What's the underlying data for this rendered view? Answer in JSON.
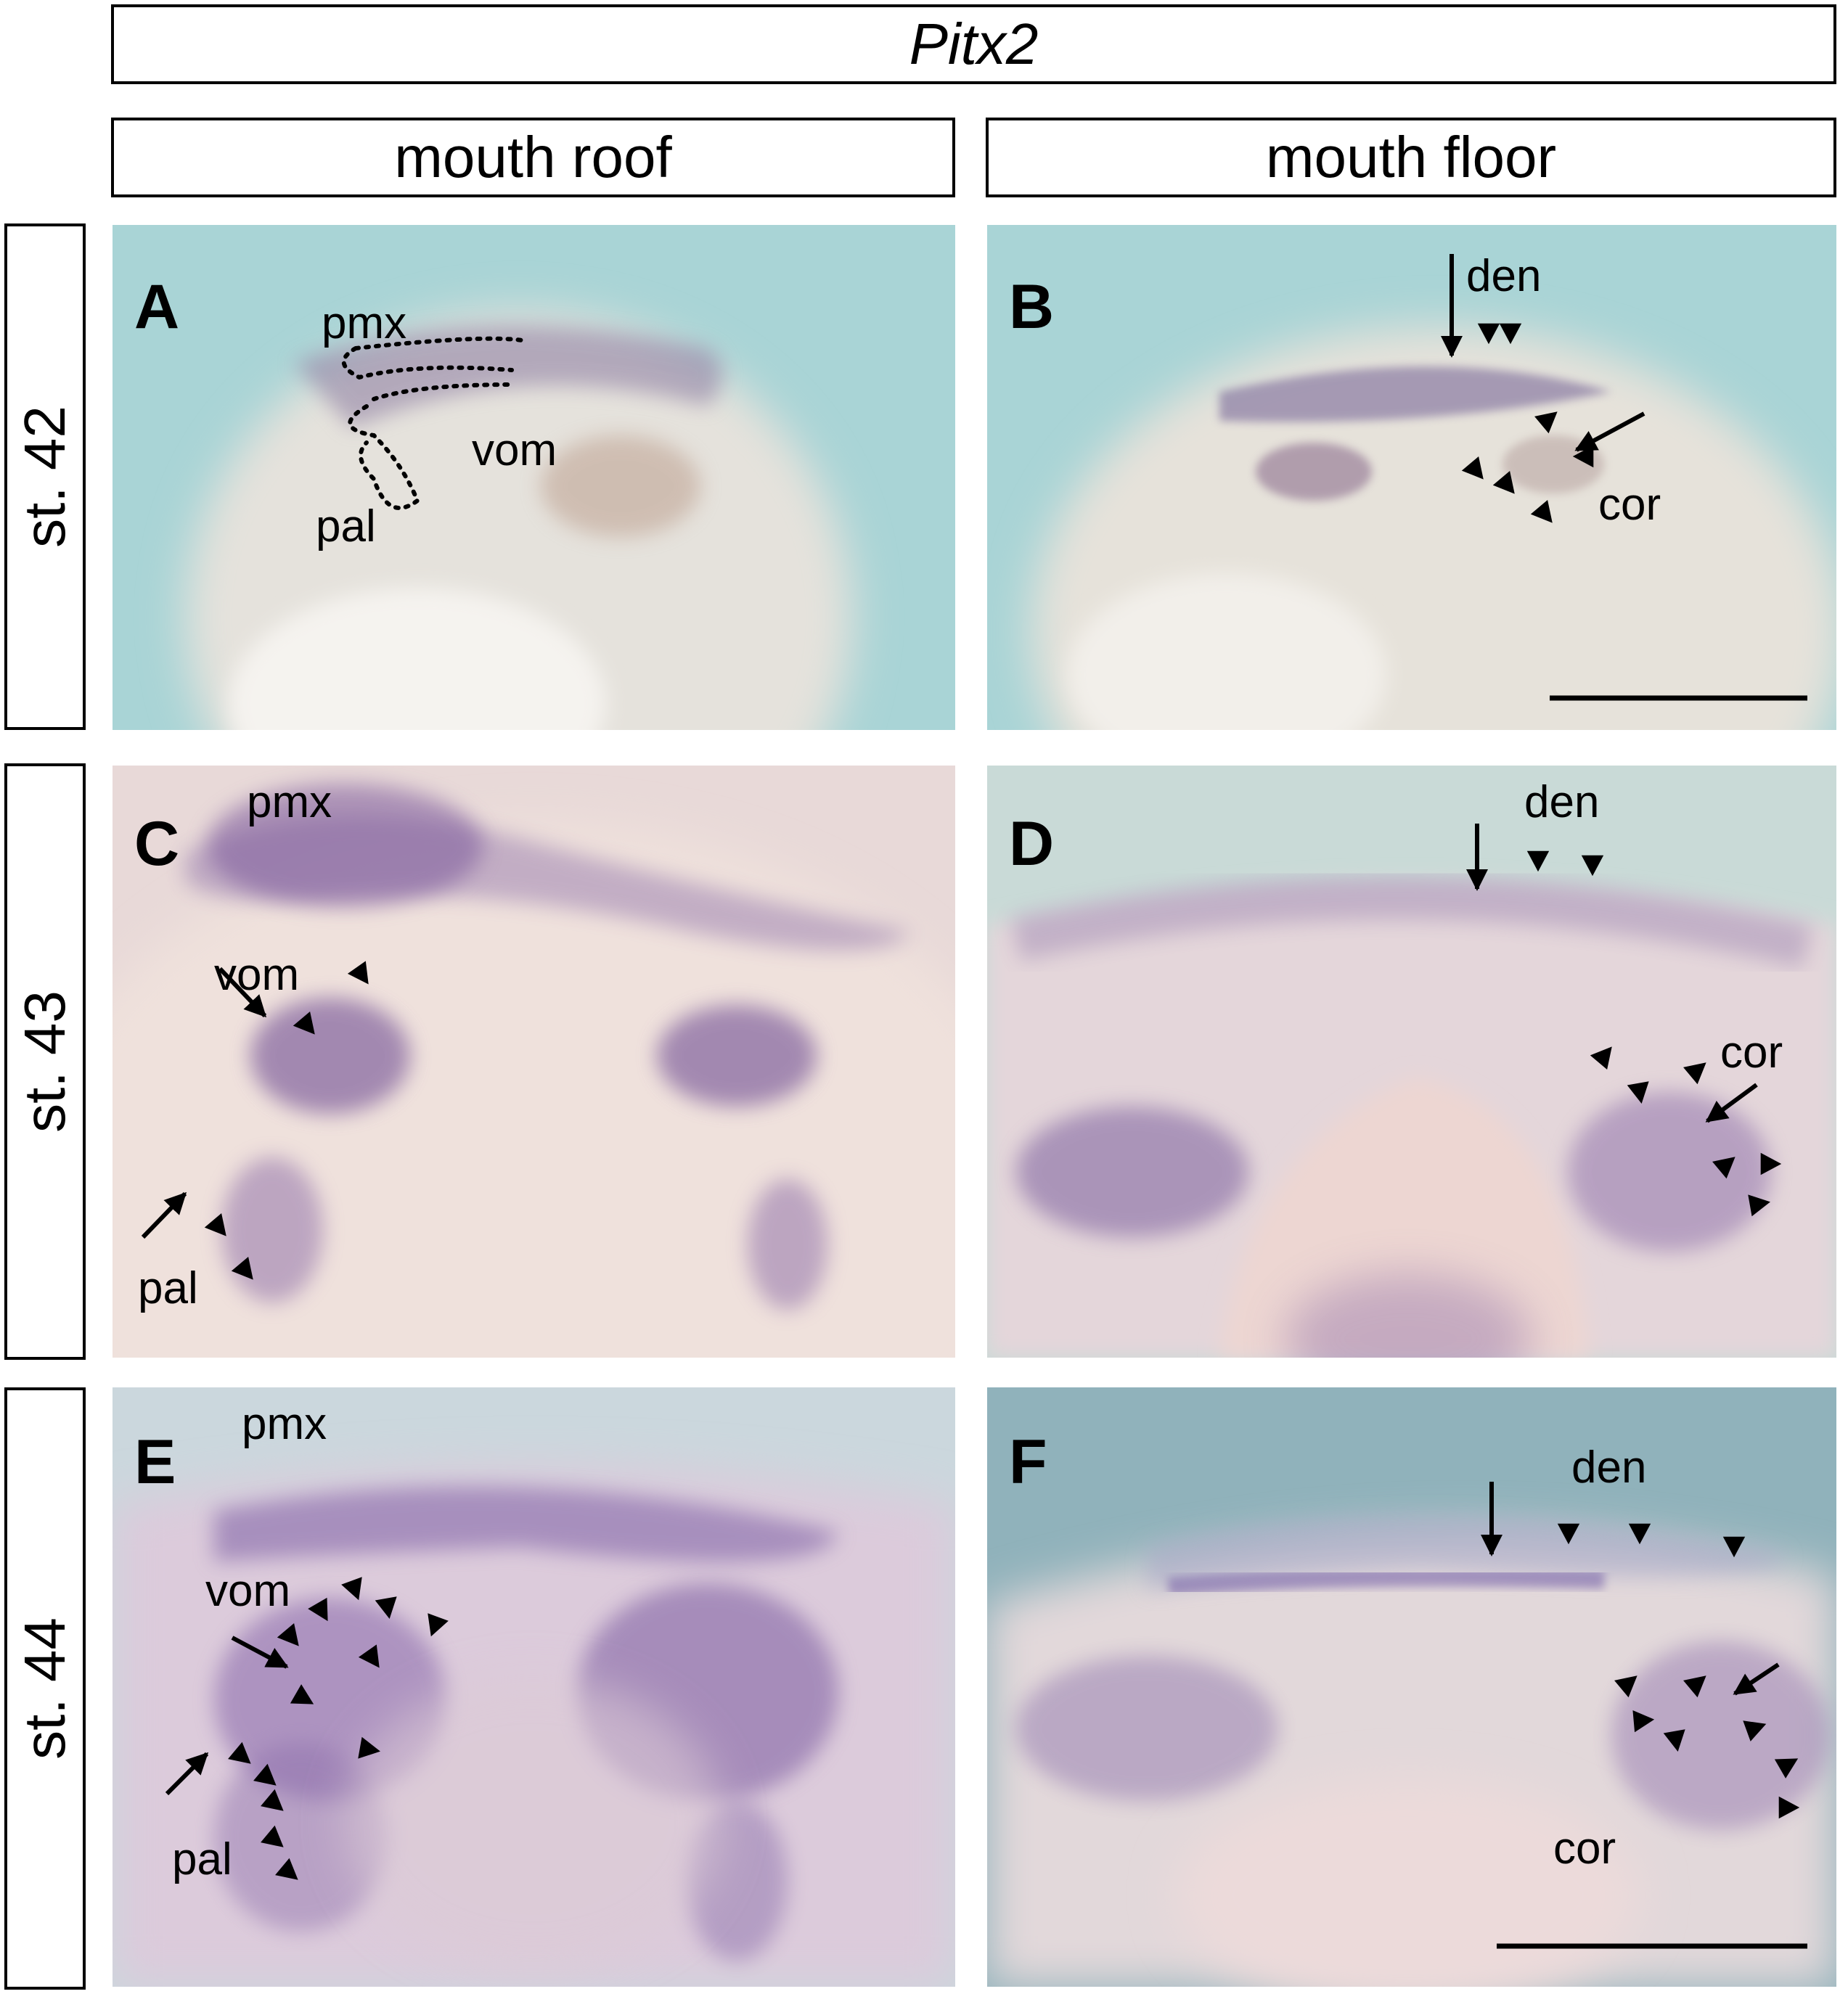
{
  "title": "Pitx2",
  "columns": [
    "mouth roof",
    "mouth floor"
  ],
  "stages": [
    "st. 42",
    "st. 43",
    "st. 44"
  ],
  "panels": [
    {
      "letter": "A",
      "labels": {
        "pmx": "pmx",
        "vom": "vom",
        "pal": "pal"
      },
      "colors": {
        "bg": "#a9d4d6",
        "tissue": "#e9e4dc"
      }
    },
    {
      "letter": "B",
      "labels": {
        "den": "den",
        "cor": "cor"
      },
      "colors": {
        "bg": "#a9d4d6",
        "tissue": "#e9e4dc"
      }
    },
    {
      "letter": "C",
      "labels": {
        "pmx": "pmx",
        "vom": "vom",
        "pal": "pal"
      },
      "colors": {
        "bg": "#e4d6d6",
        "tissue": "#efe3de"
      }
    },
    {
      "letter": "D",
      "labels": {
        "den": "den",
        "cor": "cor"
      },
      "colors": {
        "bg": "#c7d9d6",
        "tissue": "#ecdcd8"
      }
    },
    {
      "letter": "E",
      "labels": {
        "pmx": "pmx",
        "vom": "vom",
        "pal": "pal"
      },
      "colors": {
        "bg": "#c8d6dc",
        "tissue": "#e3d3dc"
      }
    },
    {
      "letter": "F",
      "labels": {
        "den": "den",
        "cor": "cor"
      },
      "colors": {
        "bg": "#8eb1ba",
        "tissue": "#e4d8da"
      }
    }
  ],
  "stain_color": "#5a3c8c"
}
